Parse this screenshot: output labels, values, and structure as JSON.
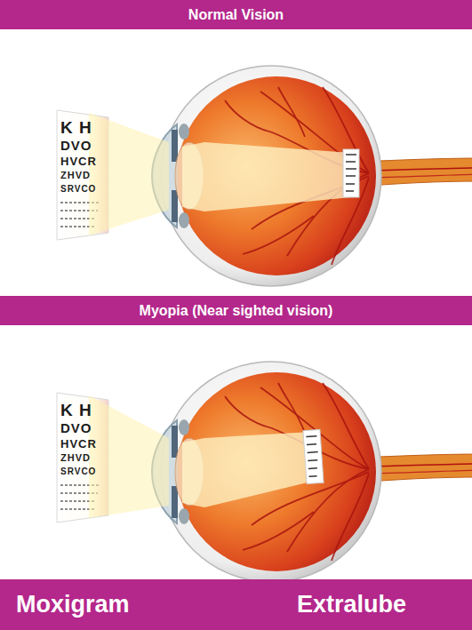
{
  "diagram": {
    "nodes": [
      {
        "text": [
          "Normal Vision"
        ]
      },
      {
        "text": [
          "Myopia (Near sighted vision)"
        ]
      },
      {
        "text": [
          "Moxigram",
          "Extralube"
        ]
      }
    ],
    "labels": [
      "K H",
      "DVO",
      "HVCR",
      "ZHVD",
      "SRVCO",
      "K H",
      "DVO",
      "HVCR",
      "ZHVD",
      "SRVCO"
    ]
  }
}
